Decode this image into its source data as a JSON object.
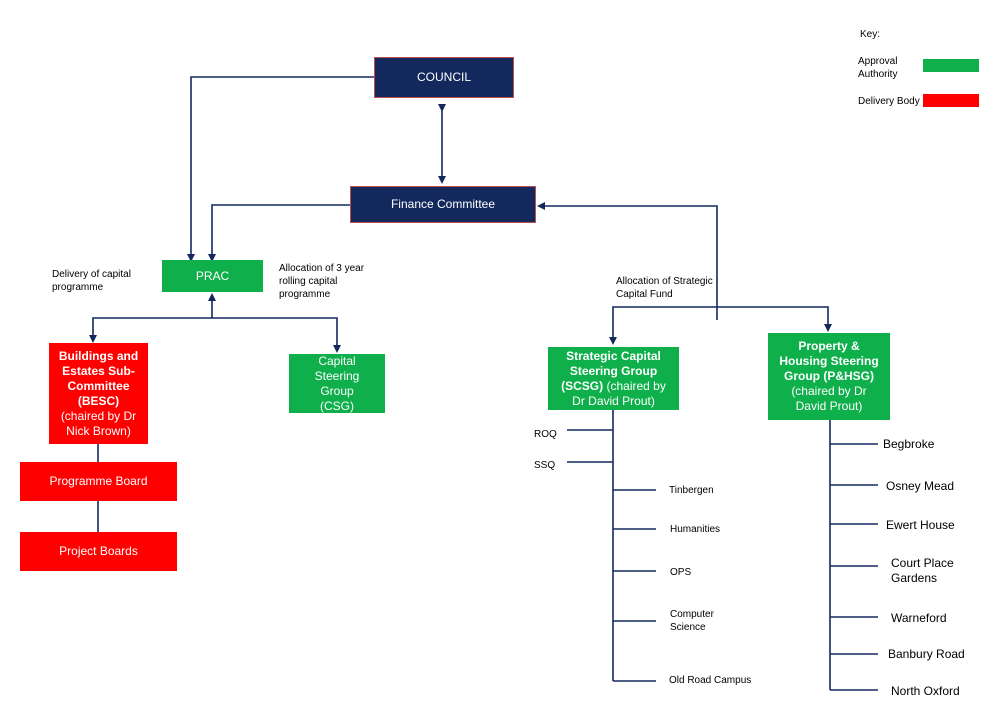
{
  "colors": {
    "navy": "#13295e",
    "approval_green": "#0fb04b",
    "delivery_red": "#ff0000",
    "line": "#13295e"
  },
  "key": {
    "title": "Key:",
    "approval_label": "Approval Authority",
    "delivery_label": "Delivery Body"
  },
  "nodes": {
    "council": "COUNCIL",
    "finance": "Finance Committee",
    "prac": "PRAC",
    "besc_bold": "Buildings and Estates Sub-Committee (BESC)",
    "besc_rest": "(chaired by Dr Nick Brown)",
    "csg": "Capital Steering Group (CSG)",
    "programme_board": "Programme Board",
    "project_boards": "Project Boards",
    "scsg_bold": "Strategic Capital Steering Group (SCSG)",
    "scsg_rest": "(chaired by Dr David Prout)",
    "phsg_bold": "Property & Housing Steering Group (P&HSG)",
    "phsg_rest": "(chaired by Dr David Prout)"
  },
  "annotations": {
    "delivery": "Delivery of capital programme",
    "allocation_3yr": "Allocation of 3 year rolling capital programme",
    "allocation_strategic": "Allocation of Strategic Capital Fund"
  },
  "scsg_left_items": [
    "ROQ",
    "SSQ"
  ],
  "scsg_right_items": [
    "Tinbergen",
    "Humanities",
    "OPS",
    "Computer Science",
    "Old Road Campus"
  ],
  "phsg_items": [
    "Begbroke",
    "Osney Mead",
    "Ewert House",
    "Court Place Gardens",
    "Warneford",
    "Banbury Road",
    "North Oxford"
  ]
}
